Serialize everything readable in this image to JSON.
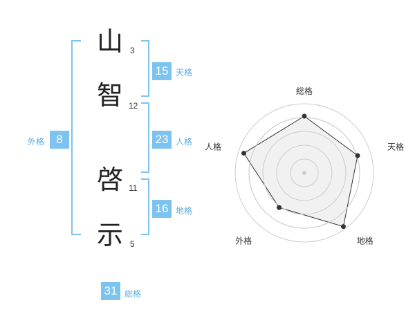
{
  "name_chars": [
    {
      "char": "山",
      "strokes": "3"
    },
    {
      "char": "智",
      "strokes": "12"
    },
    {
      "char": "啓",
      "strokes": "11"
    },
    {
      "char": "示",
      "strokes": "5"
    }
  ],
  "fortunes": {
    "tenkaku": {
      "value": "15",
      "label": "天格"
    },
    "jinkaku": {
      "value": "23",
      "label": "人格"
    },
    "chikaku": {
      "value": "16",
      "label": "地格"
    },
    "gaikaku": {
      "value": "8",
      "label": "外格"
    },
    "soukaku": {
      "value": "31",
      "label": "総格"
    }
  },
  "colors": {
    "accent": "#7cc3f0",
    "label": "#5aaee6",
    "radar_fill": "#eeeeee",
    "radar_line": "#333333"
  },
  "chart_data": {
    "type": "radar",
    "axes": [
      "総格",
      "天格",
      "地格",
      "外格",
      "人格"
    ],
    "values": [
      0.82,
      0.81,
      0.96,
      0.62,
      0.92
    ],
    "max": 1.0,
    "rings": 5
  }
}
